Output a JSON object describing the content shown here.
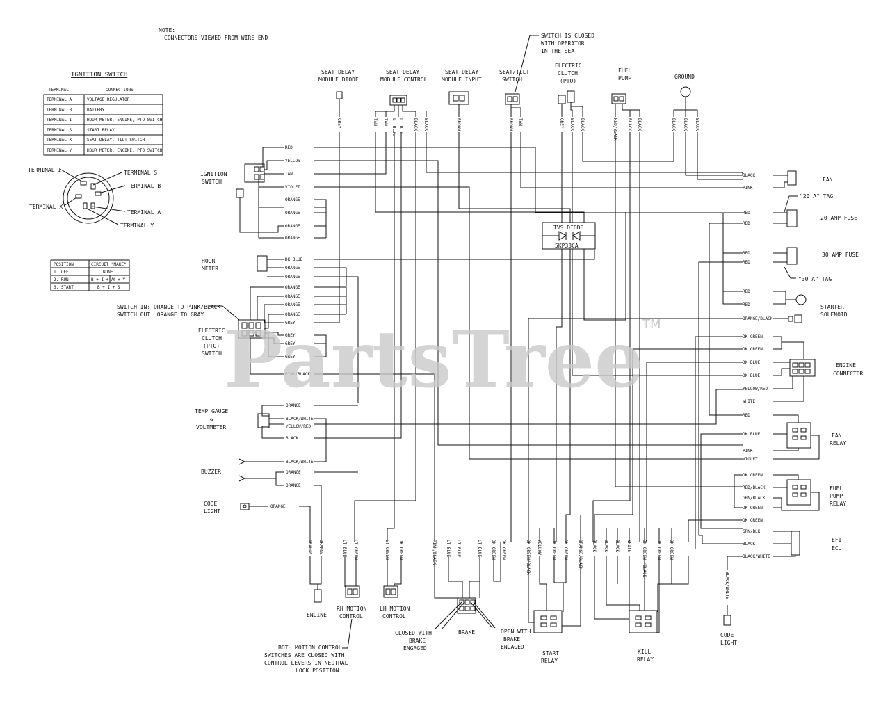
{
  "note": {
    "line1": "NOTE:",
    "line2": "CONNECTORS VIEWED FROM WIRE END"
  },
  "ignition_table": {
    "title": "IGNITION SWITCH",
    "headers": [
      "TERMINAL",
      "CONNECTIONS"
    ],
    "rows": [
      [
        "TERMINAL  A",
        "VOLTAGE REGULATOR"
      ],
      [
        "TERMINAL  B",
        "BATTERY"
      ],
      [
        "TERMINAL  I",
        "HOUR METER, ENGINE, PTO SWITCH"
      ],
      [
        "TERMINAL  S",
        "START RELAY"
      ],
      [
        "TERMINAL  X",
        "SEAT DELAY, TILT SWITCH"
      ],
      [
        "TERMINAL  Y",
        "HOUR METER, ENGINE, PTO SWITCH"
      ]
    ]
  },
  "position_table": {
    "headers": [
      "POSITION",
      "CIRCUIT \"MAKE\""
    ],
    "rows": [
      [
        "1. OFF",
        "NONE",
        ""
      ],
      [
        "2. RUN",
        "B + I + A",
        "X + Y"
      ],
      [
        "3. START",
        "B + I + S",
        ""
      ]
    ]
  },
  "terminal_labels": [
    "TERMINAL I",
    "TERMINAL S",
    "TERMINAL B",
    "TERMINAL X",
    "TERMINAL A",
    "TERMINAL Y"
  ],
  "components": {
    "seat_delay_diode": [
      "SEAT DELAY",
      "MODULE DIODE"
    ],
    "seat_delay_control": [
      "SEAT DELAY",
      "MODULE CONTROL"
    ],
    "seat_delay_input": [
      "SEAT DELAY",
      "MODULE INPUT"
    ],
    "seat_tilt": [
      "SEAT/TILT",
      "SWITCH"
    ],
    "clutch_top": [
      "ELECTRIC",
      "CLUTCH",
      "(PTO)"
    ],
    "fuel_pump": [
      "FUEL",
      "PUMP"
    ],
    "ground": "GROUND",
    "ignition_switch": [
      "IGNITION",
      "SWITCH"
    ],
    "hour_meter": [
      "HOUR",
      "METER"
    ],
    "pto_switch": [
      "ELECTRIC",
      "CLUTCH",
      "(PTO)",
      "SWITCH"
    ],
    "temp_gauge": [
      "TEMP GAUGE",
      "&",
      "VOLTMETER"
    ],
    "buzzer": "BUZZER",
    "code_light_left": [
      "CODE",
      "LIGHT"
    ],
    "engine": "ENGINE",
    "rh_motion": [
      "RH MOTION",
      "CONTROL"
    ],
    "lh_motion": [
      "LH MOTION",
      "CONTROL"
    ],
    "brake": "BRAKE",
    "start_relay": [
      "START",
      "RELAY"
    ],
    "kill_relay": [
      "KILL",
      "RELAY"
    ],
    "code_light_right": [
      "CODE",
      "LIGHT"
    ],
    "fan": "FAN",
    "fuse20": "20 AMP FUSE",
    "fuse30": "30 AMP FUSE",
    "starter_solenoid": [
      "STARTER",
      "SOLENOID"
    ],
    "engine_connector": [
      "ENGINE",
      "CONNECTOR"
    ],
    "fan_relay": [
      "FAN",
      "RELAY"
    ],
    "fuel_pump_relay": [
      "FUEL",
      "PUMP",
      "RELAY"
    ],
    "efi_ecu": [
      "EFI",
      "ECU"
    ],
    "tvs_diode": [
      "TVS DIODE",
      "5KP33CA"
    ]
  },
  "annotations": {
    "seat_switch": [
      "SWITCH IS CLOSED",
      "WITH OPERATOR",
      "IN THE SEAT"
    ],
    "pto_switch": [
      "SWITCH IN: ORANGE TO PINK/BLACK",
      "SWITCH OUT: ORANGE TO GRAY"
    ],
    "tag20": "\"20 A\" TAG",
    "tag30": "\"30 A\" TAG",
    "motion": [
      "BOTH MOTION CONTROL",
      "SWITCHES ARE CLOSED WITH",
      "CONTROL LEVERS IN NEUTRAL",
      "LOCK POSITION"
    ],
    "brake_closed": [
      "CLOSED WITH",
      "BRAKE",
      "ENGAGED"
    ],
    "brake_open": [
      "OPEN WITH",
      "BRAKE",
      "ENGAGED"
    ]
  },
  "watermark": {
    "text": "PartsTree",
    "tm": "TM"
  },
  "wires": {
    "top": [
      "GREY",
      "TAN",
      "TAN",
      "LT BLUE",
      "LT BLUE",
      "BLACK",
      "BLACK",
      "BROWN",
      "BROWN",
      "TAN",
      "GREY",
      "BLACK",
      "BLACK",
      "RED/BLACK",
      "BLACK",
      "BLACK",
      "BLACK",
      "BLACK",
      "BLACK"
    ],
    "left": [
      "RED",
      "YELLOW",
      "TAN",
      "VIOLET",
      "ORANGE",
      "ORANGE",
      "ORANGE",
      "ORANGE",
      "DK BLUE",
      "ORANGE",
      "ORANGE",
      "ORANGE",
      "ORANGE",
      "ORANGE",
      "ORANGE",
      "GREY",
      "GREY",
      "GREY",
      "GREY",
      "PINK/BLACK",
      "ORANGE",
      "BLACK/WHITE",
      "YELLOW/RED",
      "BLACK",
      "BLACK/WHITE",
      "ORANGE",
      "ORANGE",
      "ORANGE"
    ],
    "right": [
      "BLACK",
      "PINK",
      "RED",
      "RED",
      "RED",
      "RED",
      "RED",
      "RED",
      "ORANGE/BLACK",
      "DK GREEN",
      "DK GREEN",
      "DK BLUE",
      "DK BLUE",
      "YELLOW/RED",
      "WHITE",
      "RED",
      "DK BLUE",
      "PINK",
      "VIOLET",
      "DK GREEN",
      "RED/BLACK",
      "GRN/BLACK",
      "DK GREEN",
      "DK GREEN",
      "GRN/BLK",
      "BLACK",
      "BLACK/WHITE"
    ],
    "bottom": [
      "ORANGE",
      "ORANGE",
      "LT BLUE",
      "LT GREEN",
      "LT GREEN",
      "DK GREEN",
      "PINK/BLACK",
      "LT BLUE",
      "LT BLUE",
      "LT BLUE",
      "DK GREEN",
      "DK GREEN",
      "DK GREEN/BLACK",
      "YELLOW",
      "DK GREEN",
      "DK GREEN",
      "ORANGE/BLACK",
      "BLACK",
      "BLACK",
      "BLACK",
      "WHITE",
      "DK GREEN /BLACK",
      "DK GREEN",
      "DK GREEN",
      "BLACK/WHITE"
    ]
  }
}
